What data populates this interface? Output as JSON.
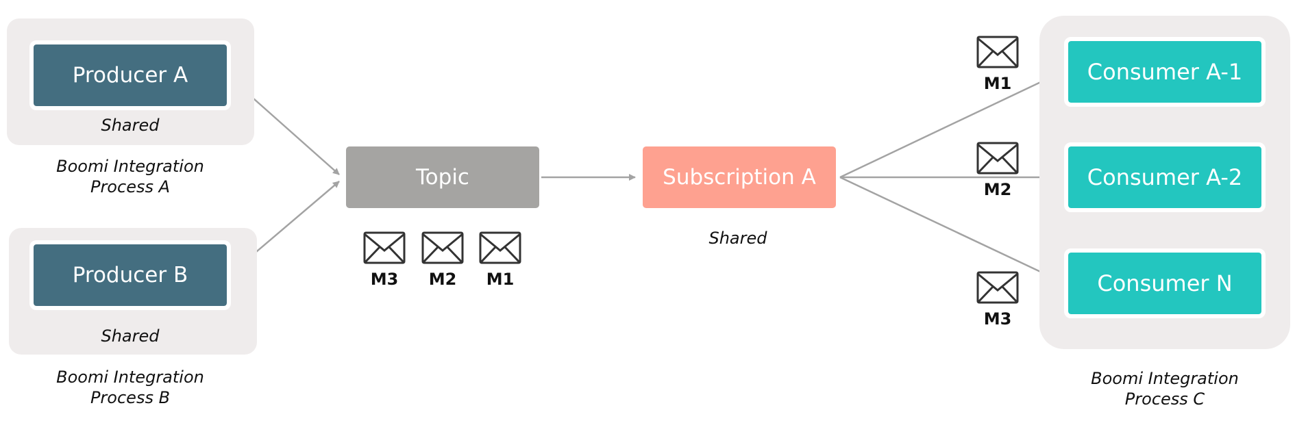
{
  "producers": [
    {
      "label": "Producer A",
      "mode": "Shared",
      "process": [
        "Boomi Integration",
        "Process A"
      ]
    },
    {
      "label": "Producer B",
      "mode": "Shared",
      "process": [
        "Boomi Integration",
        "Process B"
      ]
    }
  ],
  "topic": {
    "label": "Topic",
    "messages": [
      "M3",
      "M2",
      "M1"
    ]
  },
  "subscription": {
    "label": "Subscription A",
    "mode": "Shared"
  },
  "deliveries": [
    "M1",
    "M2",
    "M3"
  ],
  "consumers": [
    "Consumer A-1",
    "Consumer A-2",
    "Consumer N"
  ],
  "consumer_process": [
    "Boomi Integration",
    "Process C"
  ],
  "colors": {
    "producer": "#446e80",
    "topic": "#a5a4a2",
    "subscription": "#fea190",
    "consumer": "#23c6bf",
    "panel": "#efecec",
    "arrow": "#a3a3a3"
  }
}
